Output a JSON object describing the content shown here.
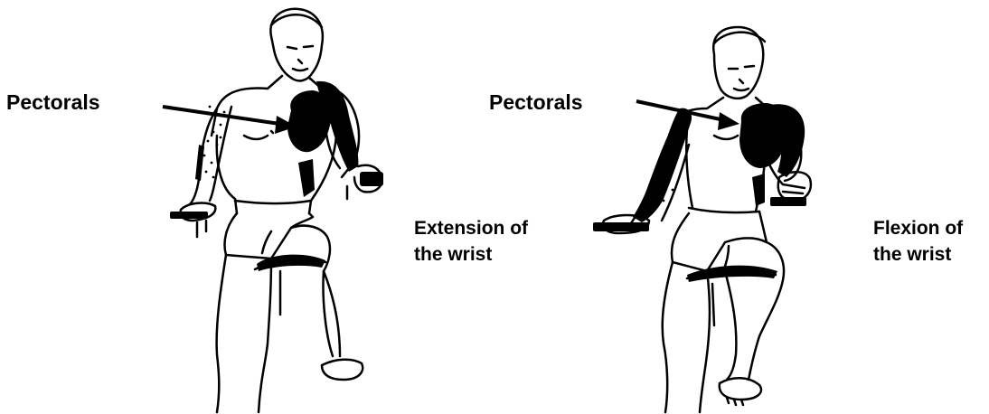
{
  "left_panel": {
    "muscle_label": "Pectorals",
    "caption_line1": "Extension of",
    "caption_line2": "the wrist"
  },
  "right_panel": {
    "muscle_label": "Pectorals",
    "caption_line1": "Flexion of",
    "caption_line2": "the wrist"
  },
  "colors": {
    "ink": "#000000",
    "background": "#ffffff"
  }
}
